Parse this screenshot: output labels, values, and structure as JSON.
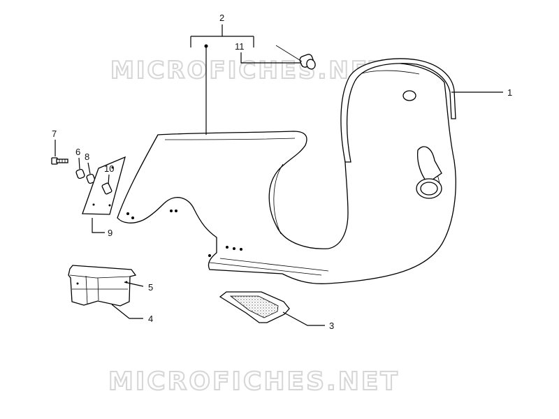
{
  "watermark": {
    "text_top": "MICROFICHES.NET",
    "text_bottom": "MICROFICHES.NET"
  },
  "callouts": {
    "c1": "1",
    "c2": "2",
    "c3": "3",
    "c4": "4",
    "c5": "5",
    "c6": "6",
    "c7": "7",
    "c8": "8",
    "c9": "9",
    "c10": "10",
    "c11": "11"
  }
}
